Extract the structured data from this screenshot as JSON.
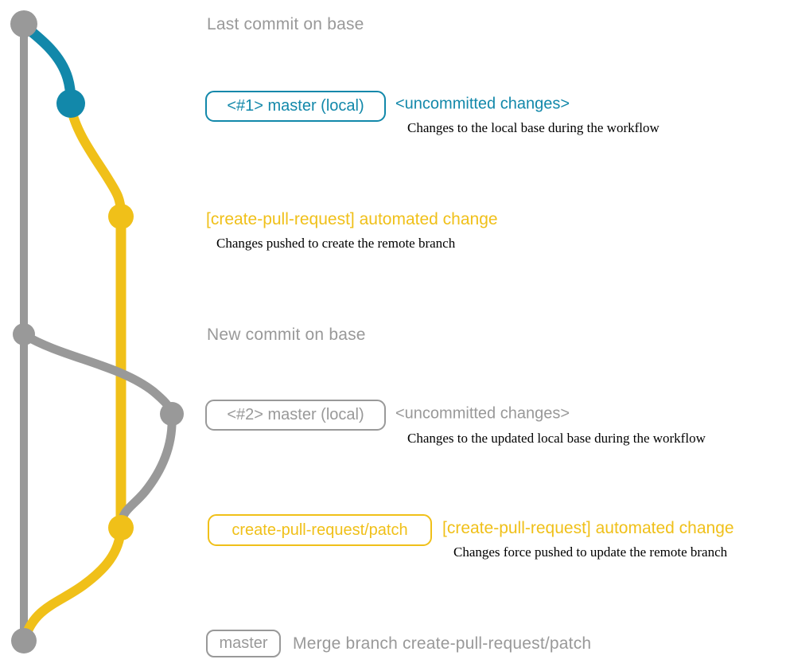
{
  "colors": {
    "gray": "#999999",
    "blue": "#1288aa",
    "yellow": "#f0c019",
    "ink": "#000000",
    "background": "#ffffff"
  },
  "graph": {
    "description": "Git commit graph for create-pull-request workflow",
    "nodes": [
      {
        "id": "base-last-commit",
        "color": "gray"
      },
      {
        "id": "local-master-1",
        "color": "blue"
      },
      {
        "id": "cpr-patch-commit-1",
        "color": "yellow"
      },
      {
        "id": "base-new-commit",
        "color": "gray"
      },
      {
        "id": "local-master-2",
        "color": "gray"
      },
      {
        "id": "cpr-patch-commit-2",
        "color": "yellow"
      },
      {
        "id": "merge-commit",
        "color": "gray"
      }
    ]
  },
  "rows": {
    "last_commit": {
      "label": "Last commit on base"
    },
    "master_local_1": {
      "badge": "<#1> master (local)",
      "note": "<uncommitted changes>",
      "detail": "Changes to the local base during the workflow"
    },
    "automated_1": {
      "heading": "[create-pull-request] automated change",
      "detail": "Changes pushed to create the remote branch"
    },
    "new_commit": {
      "label": "New commit on base"
    },
    "master_local_2": {
      "badge": "<#2> master (local)",
      "note": "<uncommitted changes>",
      "detail": "Changes to the updated local base during the workflow"
    },
    "automated_2": {
      "badge": "create-pull-request/patch",
      "heading": "[create-pull-request] automated change",
      "detail": "Changes force pushed to update the remote branch"
    },
    "merge": {
      "badge": "master",
      "label": "Merge branch create-pull-request/patch"
    }
  }
}
